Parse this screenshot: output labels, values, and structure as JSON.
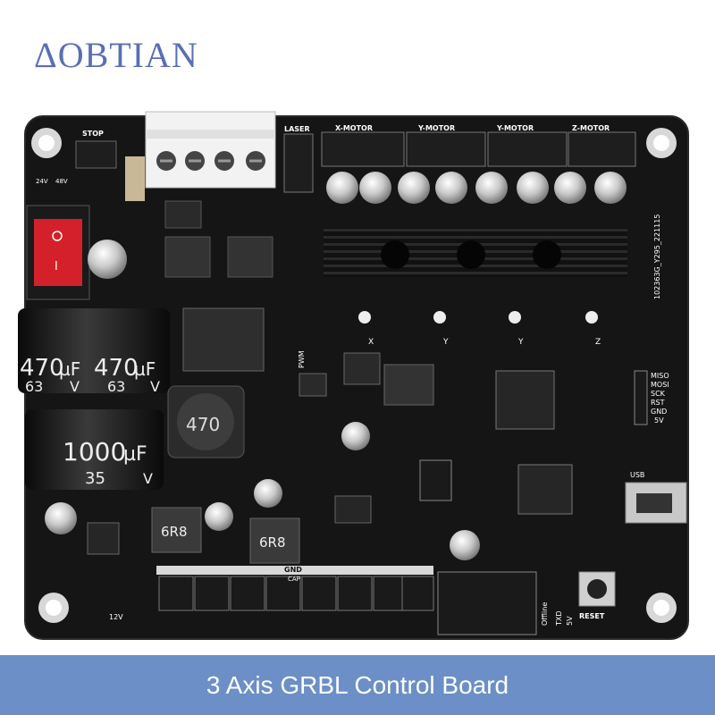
{
  "brand": {
    "logo_text": "ΔOBTIAN"
  },
  "caption": {
    "text": "3 Axis GRBL Control Board"
  },
  "board": {
    "silk": {
      "stop": "STOP",
      "v24": "24V",
      "v48": "48V",
      "laser": "LASER",
      "x_motor": "X-MOTOR",
      "y_motor_1": "Y-MOTOR",
      "y_motor_2": "Y-MOTOR",
      "z_motor": "Z-MOTOR",
      "version": "102363G_Y295_221115",
      "pwm": "PWM",
      "gnd": "GND",
      "cap": "CAP",
      "v12": "12V",
      "usb": "USB",
      "offline": "Offline",
      "txd": "TXD",
      "v5_tx": "5V",
      "reset": "RESET",
      "miso": "MISO",
      "mosi": "MOSI",
      "sck": "SCK",
      "rst": "RST",
      "gnd2": "GND",
      "v5": "5V",
      "axis_x": "X",
      "axis_y1": "Y",
      "axis_y2": "Y",
      "axis_z": "Z"
    },
    "parts": {
      "cap_470_top": "470",
      "cap_470_unit": "µF",
      "cap_63v": "63",
      "cap_v": "V",
      "cap_1000": "1000",
      "cap_1000_unit": "µF",
      "cap_35v": "35",
      "inductor_470": "470",
      "inductor_6r8_a": "6R8",
      "inductor_6r8_b": "6R8",
      "switch_mark": "I"
    }
  }
}
